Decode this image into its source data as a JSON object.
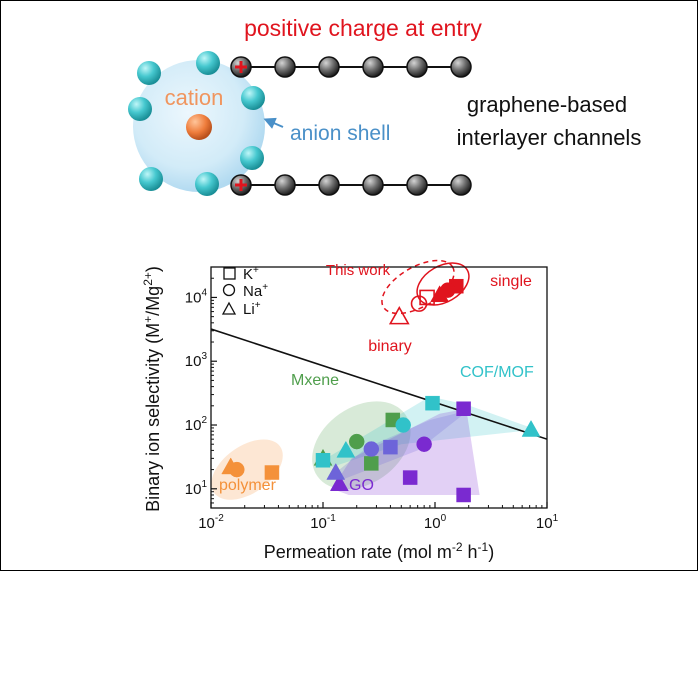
{
  "schematic": {
    "title": "positive charge at entry",
    "cation_label": "cation",
    "anion_label": "anion shell",
    "channel_label_line1": "graphene-based",
    "channel_label_line2": "interlayer channels",
    "charge_symbol": "+"
  },
  "colors": {
    "red": "#e0141e",
    "cyan": "#31c2c9",
    "orange": "#f4913a",
    "green": "#4f9e4c",
    "purple": "#7a2ad0",
    "slate": "#6d64d9",
    "black": "#1a1a1a"
  },
  "chart_data": {
    "type": "scatter",
    "xlabel": "Permeation rate (mol m",
    "xlabel_sup1": "-2",
    "xlabel_mid": " h",
    "xlabel_sup2": "-1",
    "xlabel_end": ")",
    "ylabel": "Binary ion selectivity (M",
    "ylabel_sup1": "+",
    "ylabel_mid": "/Mg",
    "ylabel_sup2": "2+",
    "ylabel_end": ")",
    "x_scale": "log",
    "y_scale": "log",
    "xlim": [
      0.01,
      10
    ],
    "ylim": [
      5,
      30000
    ],
    "x_ticks": [
      {
        "value": 0.01,
        "base": "10",
        "exp": "-2"
      },
      {
        "value": 0.1,
        "base": "10",
        "exp": "-1"
      },
      {
        "value": 1,
        "base": "10",
        "exp": "0"
      },
      {
        "value": 10,
        "base": "10",
        "exp": "1"
      }
    ],
    "y_ticks": [
      {
        "value": 10,
        "base": "10",
        "exp": "1"
      },
      {
        "value": 100,
        "base": "10",
        "exp": "2"
      },
      {
        "value": 1000,
        "base": "10",
        "exp": "3"
      },
      {
        "value": 10000,
        "base": "10",
        "exp": "4"
      }
    ],
    "legend": {
      "position": "top-left",
      "entries": [
        {
          "marker": "square",
          "label": "K",
          "sup": "+"
        },
        {
          "marker": "circle",
          "label": "Na",
          "sup": "+"
        },
        {
          "marker": "triangle",
          "label": "Li",
          "sup": "+"
        }
      ]
    },
    "upper_bound_line": {
      "x": [
        0.01,
        10
      ],
      "y": [
        3200,
        60
      ]
    },
    "annotations": {
      "this_work": "This work",
      "single": "single",
      "binary": "binary",
      "mxene": "Mxene",
      "cof_mof": "COF/MOF",
      "go": "GO",
      "polymer": "polymer"
    },
    "regions": [
      {
        "group": "polymer",
        "color": "orange",
        "shape": "ellipse",
        "center": [
          0.021,
          20
        ],
        "rx_dec": 0.36,
        "ry_dec": 0.37
      },
      {
        "group": "Mxene",
        "color": "green",
        "shape": "ellipse",
        "center": [
          0.22,
          48
        ],
        "rx_dec": 0.48,
        "ry_dec": 0.6
      },
      {
        "group": "COF/MOF",
        "color": "cyan",
        "shape": "polygon",
        "points": [
          [
            0.1,
            28
          ],
          [
            0.9,
            280
          ],
          [
            1.9,
            210
          ],
          [
            8.0,
            85
          ],
          [
            0.5,
            50
          ],
          [
            0.12,
            22
          ]
        ]
      },
      {
        "group": "GO",
        "color": "purple",
        "shape": "polygon",
        "points": [
          [
            0.12,
            10
          ],
          [
            0.18,
            30
          ],
          [
            1.1,
            150
          ],
          [
            1.9,
            180
          ],
          [
            2.5,
            8
          ],
          [
            0.17,
            8
          ]
        ]
      },
      {
        "group": "GO-slate",
        "color": "slate",
        "shape": "polygon",
        "points": [
          [
            0.13,
            18
          ],
          [
            0.25,
            45
          ],
          [
            0.9,
            120
          ],
          [
            2.0,
            170
          ],
          [
            0.7,
            40
          ],
          [
            0.15,
            14
          ]
        ]
      }
    ],
    "series": [
      {
        "name": "This work single",
        "color": "red",
        "filled": true,
        "points": [
          {
            "x": 1.55,
            "y": 15000,
            "m": "square"
          },
          {
            "x": 1.3,
            "y": 13000,
            "m": "circle"
          },
          {
            "x": 1.1,
            "y": 11000,
            "m": "triangle"
          }
        ]
      },
      {
        "name": "This work binary",
        "color": "red",
        "filled": false,
        "points": [
          {
            "x": 0.85,
            "y": 10000,
            "m": "square"
          },
          {
            "x": 0.72,
            "y": 8000,
            "m": "circle"
          },
          {
            "x": 0.48,
            "y": 5000,
            "m": "triangle"
          }
        ]
      },
      {
        "name": "polymer",
        "color": "orange",
        "filled": true,
        "points": [
          {
            "x": 0.035,
            "y": 18,
            "m": "square"
          },
          {
            "x": 0.017,
            "y": 20,
            "m": "circle"
          },
          {
            "x": 0.015,
            "y": 22,
            "m": "triangle"
          }
        ]
      },
      {
        "name": "Mxene",
        "color": "green",
        "filled": true,
        "points": [
          {
            "x": 0.42,
            "y": 120,
            "m": "square"
          },
          {
            "x": 0.27,
            "y": 25,
            "m": "square"
          },
          {
            "x": 0.2,
            "y": 55,
            "m": "circle"
          },
          {
            "x": 0.1,
            "y": 30,
            "m": "triangle"
          }
        ]
      },
      {
        "name": "COF/MOF",
        "color": "cyan",
        "filled": true,
        "points": [
          {
            "x": 0.95,
            "y": 220,
            "m": "square"
          },
          {
            "x": 0.52,
            "y": 100,
            "m": "circle"
          },
          {
            "x": 7.2,
            "y": 85,
            "m": "triangle"
          },
          {
            "x": 0.16,
            "y": 40,
            "m": "triangle"
          },
          {
            "x": 0.1,
            "y": 28,
            "m": "square"
          }
        ]
      },
      {
        "name": "GO",
        "color": "purple",
        "filled": true,
        "points": [
          {
            "x": 1.8,
            "y": 180,
            "m": "square"
          },
          {
            "x": 0.6,
            "y": 15,
            "m": "square"
          },
          {
            "x": 1.8,
            "y": 8,
            "m": "square"
          },
          {
            "x": 0.8,
            "y": 50,
            "m": "circle"
          },
          {
            "x": 0.14,
            "y": 12,
            "m": "triangle"
          }
        ]
      },
      {
        "name": "GO-slate",
        "color": "slate",
        "filled": true,
        "points": [
          {
            "x": 0.4,
            "y": 45,
            "m": "square"
          },
          {
            "x": 0.27,
            "y": 42,
            "m": "circle"
          },
          {
            "x": 0.13,
            "y": 18,
            "m": "triangle"
          }
        ]
      }
    ]
  }
}
